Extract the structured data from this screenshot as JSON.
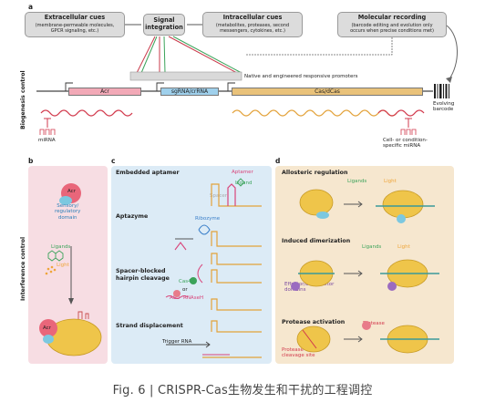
{
  "panels": {
    "a": {
      "letter": "a",
      "extracellular": {
        "title": "Extracellular cues",
        "text": "(membrane-permeable molecules,\nGPCR signaling, etc.)"
      },
      "signal": {
        "title": "Signal\nintegration"
      },
      "intracellular": {
        "title": "Intracellular cues",
        "text": "(metabolites, proteases, second\nmessengers, cytokines, etc.)"
      },
      "recording": {
        "title": "Molecular recording",
        "text": "(barcode editing and evolution only\noccurs when precise conditions met)"
      },
      "promoters": "Native and engineered responsive promoters",
      "genes": {
        "acr": "Acr",
        "sgrna": "sgRNA/crRNA",
        "cas": "Cas/dCas"
      },
      "barcode": "Evolving\nbarcode",
      "mirna": "miRNA",
      "specific_mirna": "Cell- or condition-\nspecific miRNA",
      "side_label": "Biogenesis control"
    },
    "b": {
      "letter": "b",
      "acr": "Acr",
      "domain": "Sensory/\nregulatory\ndomain",
      "ligands": "Ligands",
      "light": "Light",
      "acr2": "Acr",
      "side_label": "Interference control"
    },
    "c": {
      "letter": "c",
      "embedded": "Embedded aptamer",
      "aptamer": "Aptamer",
      "ligand": "Ligand",
      "spacer": "Spacer",
      "aptazyme": "Aptazyme",
      "ribozyme": "Ribozyme",
      "spacer_blocked": "Spacer-blocked\nhairpin cleavage",
      "cas4": "Cas4",
      "or": "or",
      "aso": "ASO",
      "rnaseh": "RNAseH",
      "strand": "Strand displacement",
      "trigger": "Trigger RNA"
    },
    "d": {
      "letter": "d",
      "allosteric": "Allosteric regulation",
      "ligands": "Ligands",
      "light": "Light",
      "dimerization": "Induced dimerization",
      "ligands2": "Ligands",
      "light2": "Light",
      "effector": "Effector/base editor\ndomains",
      "protease_activation": "Protease activation",
      "protease": "Protease",
      "cleavage_site": "Protease\ncleavage site"
    }
  },
  "caption": "Fig. 6 | CRISPR-Cas生物发生和干扰的工程调控",
  "colors": {
    "acr_gene": "#f2a9b7",
    "sgrna_gene": "#9fd0ec",
    "cas_gene": "#e9c27a",
    "panel_b_bg": "#f7dde3",
    "panel_c_bg": "#dcebf6",
    "panel_d_bg": "#f6e7cf",
    "mirna_wave": "#d23a4d",
    "cas_wave": "#e3a23a",
    "ligand_green": "#3ba35a",
    "light_orange": "#efa53a",
    "aptamer_pink": "#d9447a",
    "ribozyme_blue": "#3a7fc9"
  }
}
